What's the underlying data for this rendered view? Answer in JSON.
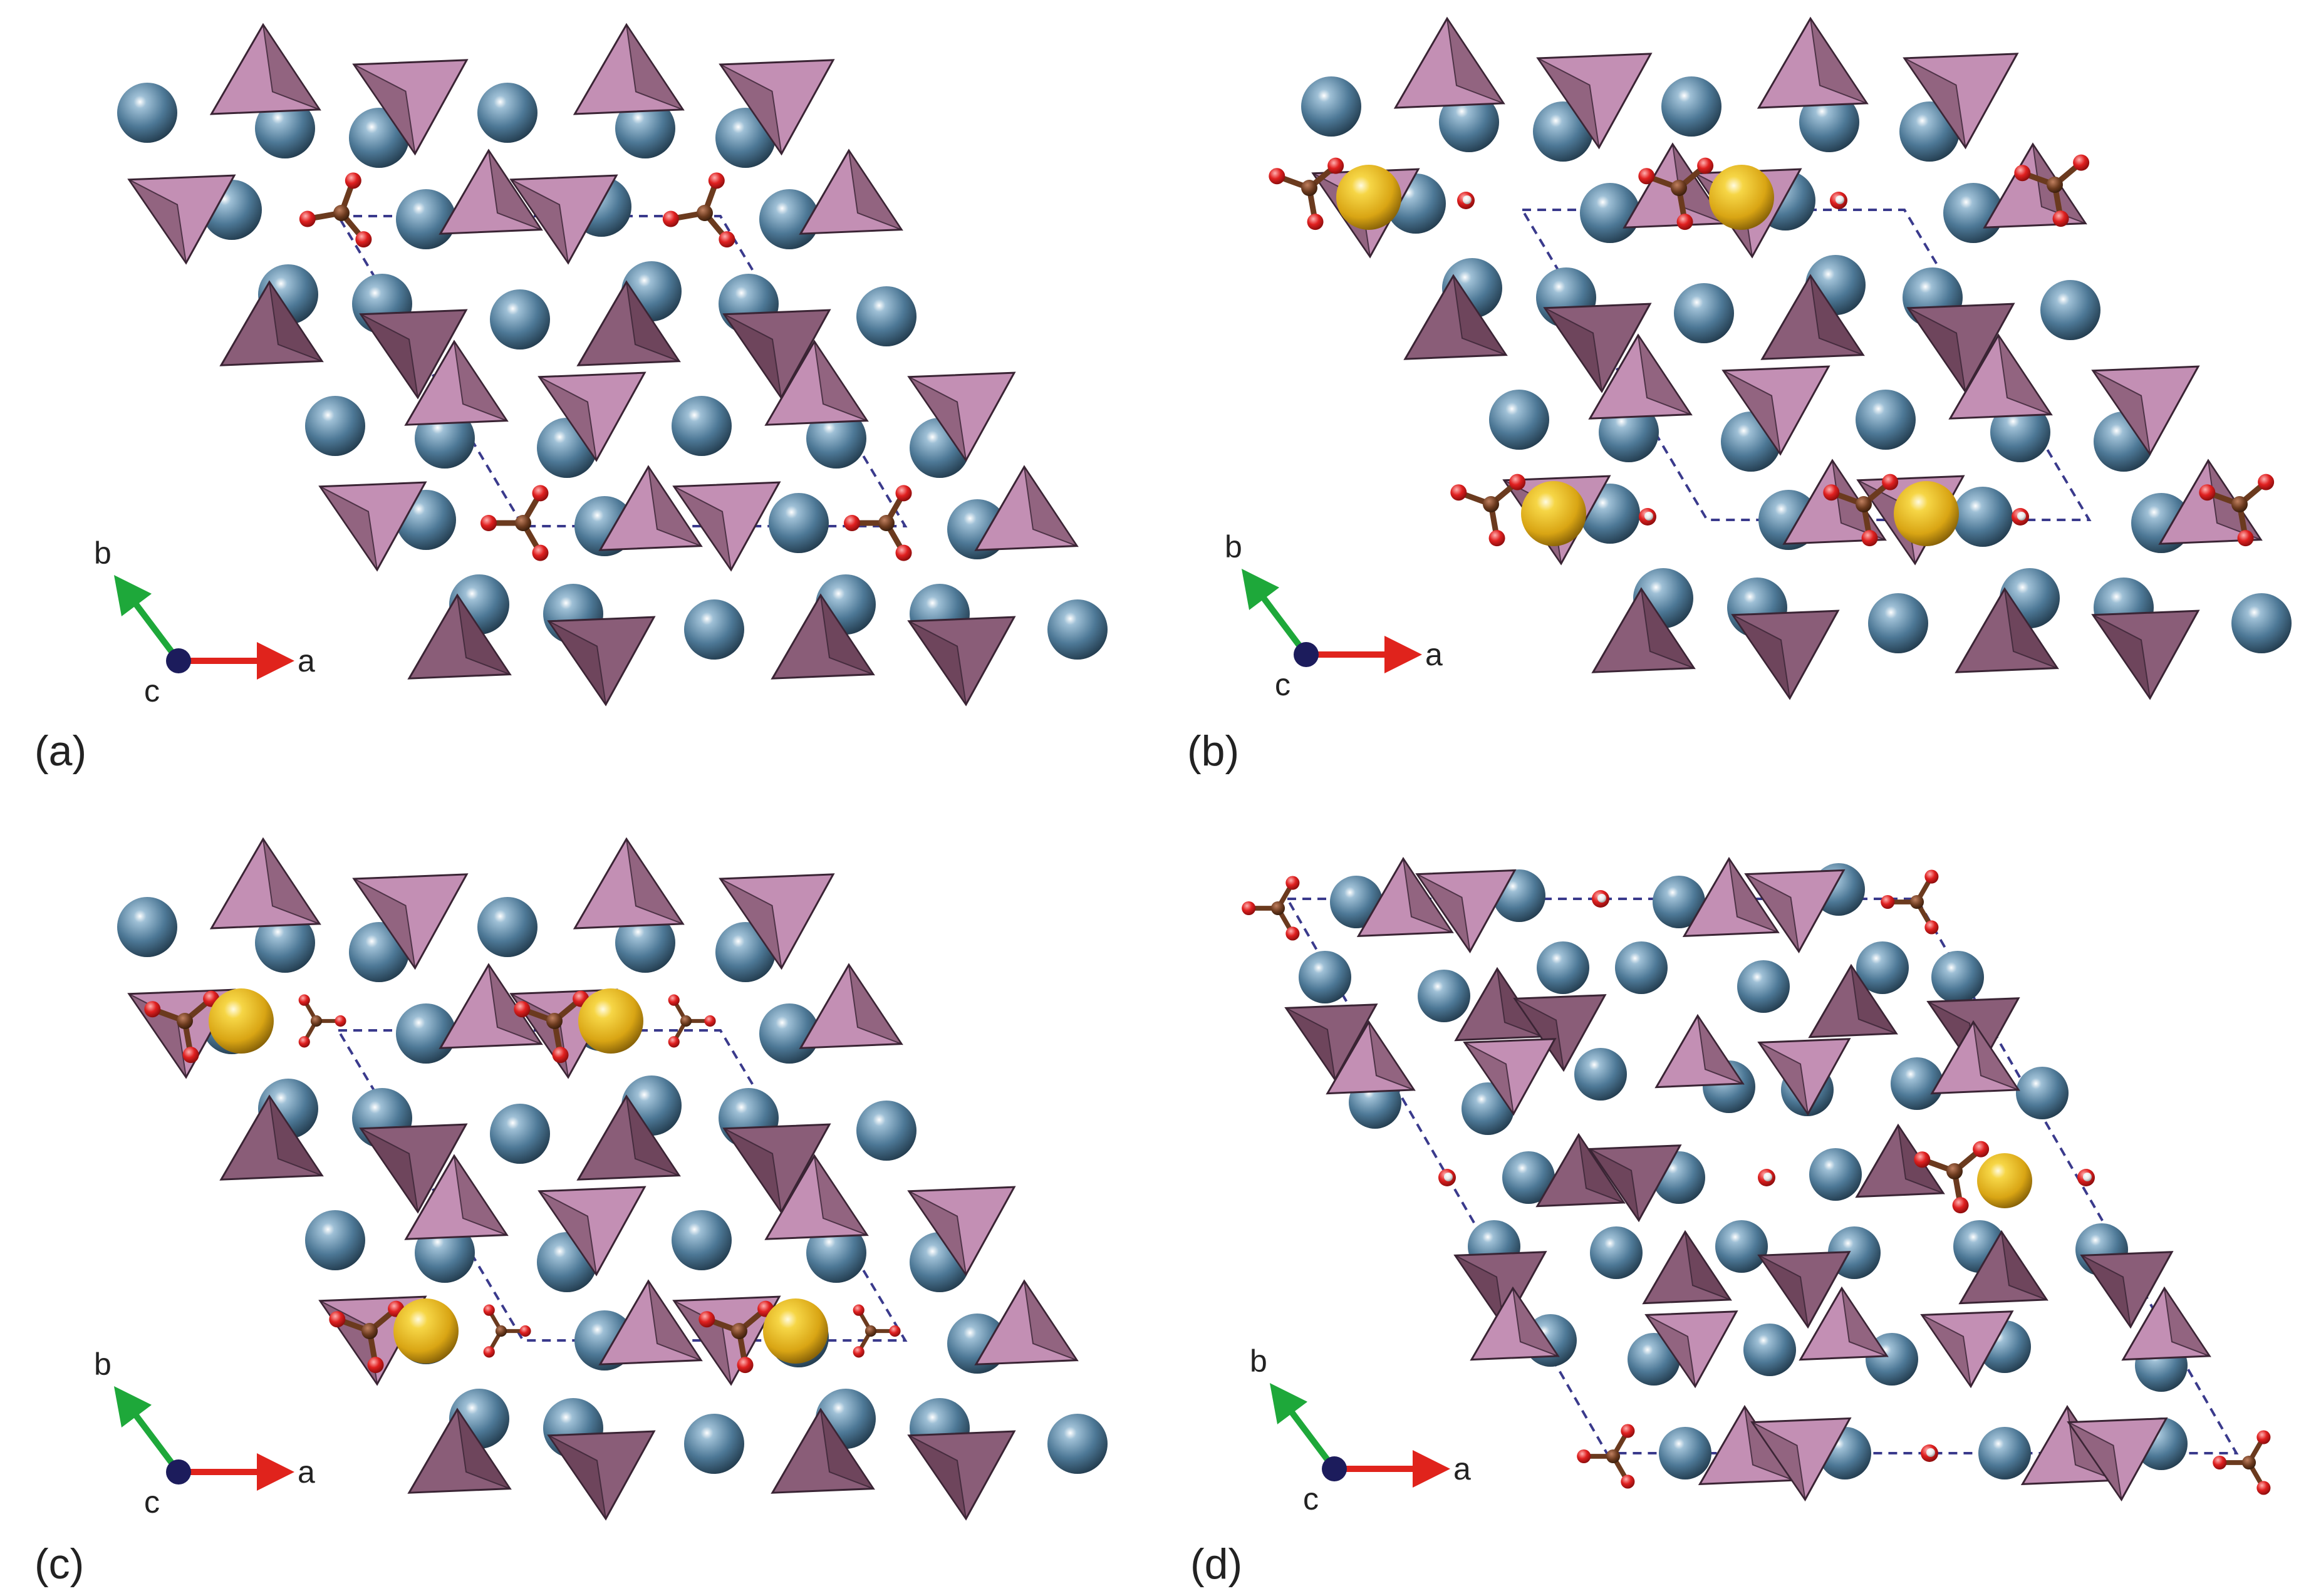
{
  "panels": [
    {
      "id": "a",
      "label": "(a)",
      "axes": {
        "a": "a",
        "b": "b",
        "c": "c"
      }
    },
    {
      "id": "b",
      "label": "(b)",
      "axes": {
        "a": "a",
        "b": "b",
        "c": "c"
      }
    },
    {
      "id": "c",
      "label": "(c)",
      "axes": {
        "a": "a",
        "b": "b",
        "c": "c"
      }
    },
    {
      "id": "d",
      "label": "(d)",
      "axes": {
        "a": "a",
        "b": "b",
        "c": "c"
      }
    }
  ],
  "colors": {
    "metal_atom": "#4d7896",
    "tetrahedron": "#c38fb4",
    "tetrahedron_shadow": "#8a5d78",
    "guest_atom": "#e5b518",
    "oxygen": "#e02020",
    "carbon": "#6b3a1e",
    "hydrogen": "#f0f0f0",
    "unit_cell": "#3a3a8c",
    "axis_a": "#e0231c",
    "axis_b": "#1ea83a",
    "axis_c": "#1c1c5c"
  },
  "icons": {
    "metal": "sphere-icon",
    "polyhedron": "tetrahedron-icon",
    "carbonate": "ball-stick-icon"
  }
}
